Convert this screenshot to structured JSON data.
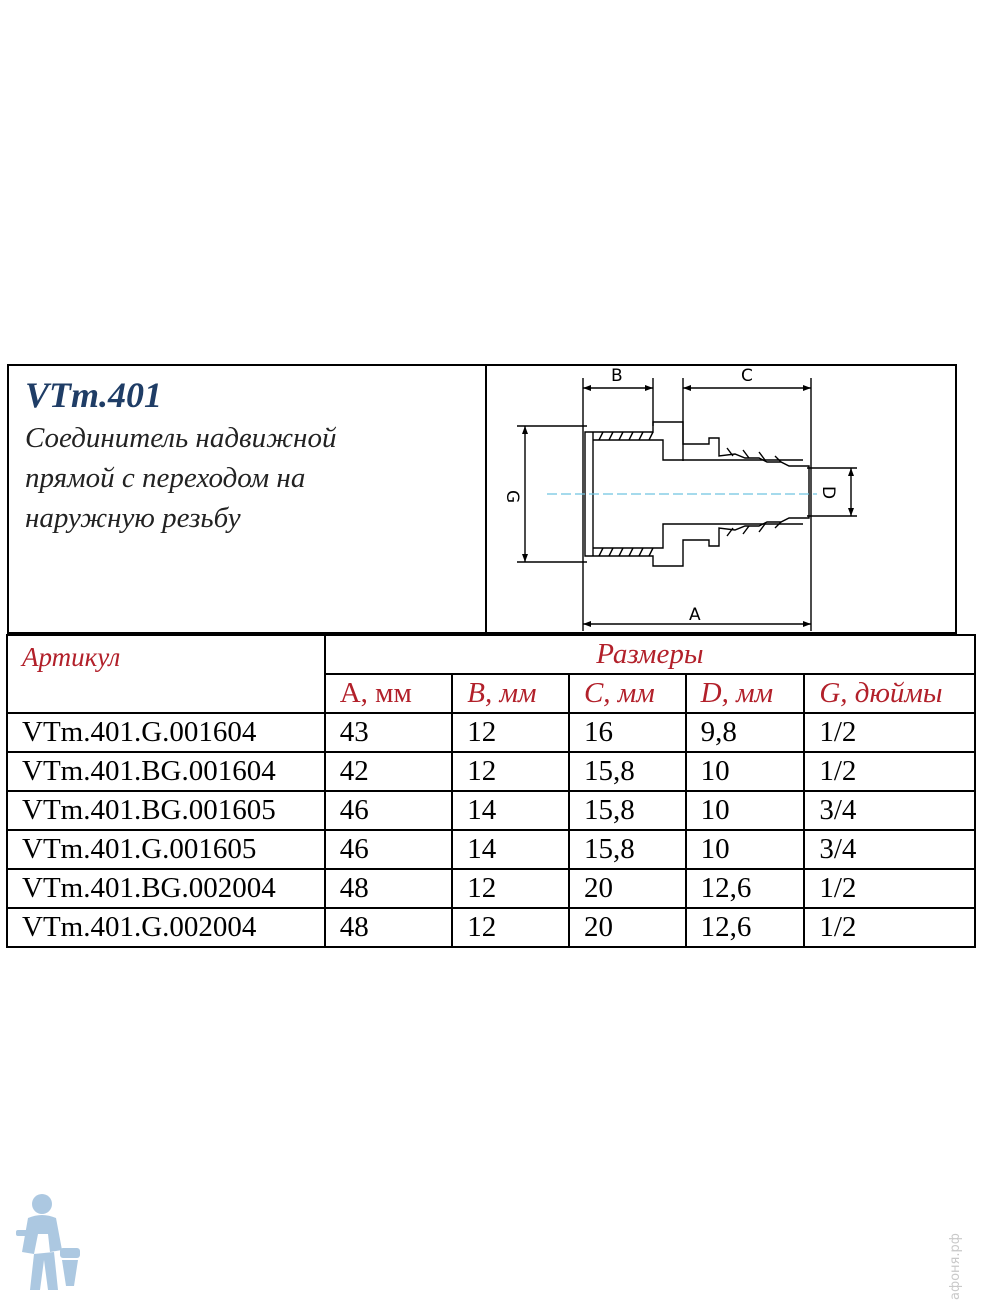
{
  "product": {
    "code": "VTm.401",
    "description_lines": [
      "Соединитель надвижной",
      "прямой с переходом на",
      "наружную резьбу"
    ]
  },
  "drawing": {
    "labels": {
      "A": "A",
      "B": "B",
      "C": "C",
      "D": "D",
      "G": "G"
    }
  },
  "table": {
    "article_header": "Артикул",
    "sizes_header": "Размеры",
    "columns": [
      "А, мм",
      "B, мм",
      "C, мм",
      "D, мм",
      "G, дюймы"
    ],
    "rows": [
      [
        "VTm.401.G.001604",
        "43",
        "12",
        "16",
        "9,8",
        "1/2"
      ],
      [
        "VTm.401.BG.001604",
        "42",
        "12",
        "15,8",
        "10",
        "1/2"
      ],
      [
        "VTm.401.BG.001605",
        "46",
        "14",
        "15,8",
        "10",
        "3/4"
      ],
      [
        "VTm.401.G.001605",
        "46",
        "14",
        "15,8",
        "10",
        "3/4"
      ],
      [
        "VTm.401.BG.002004",
        "48",
        "12",
        "20",
        "12,6",
        "1/2"
      ],
      [
        "VTm.401.G.002004",
        "48",
        "12",
        "20",
        "12,6",
        "1/2"
      ]
    ]
  },
  "watermark": {
    "text": "афоня.рф"
  },
  "colors": {
    "title": "#1f3d66",
    "header_red": "#b2202a",
    "logo": "#6a9cc9"
  }
}
